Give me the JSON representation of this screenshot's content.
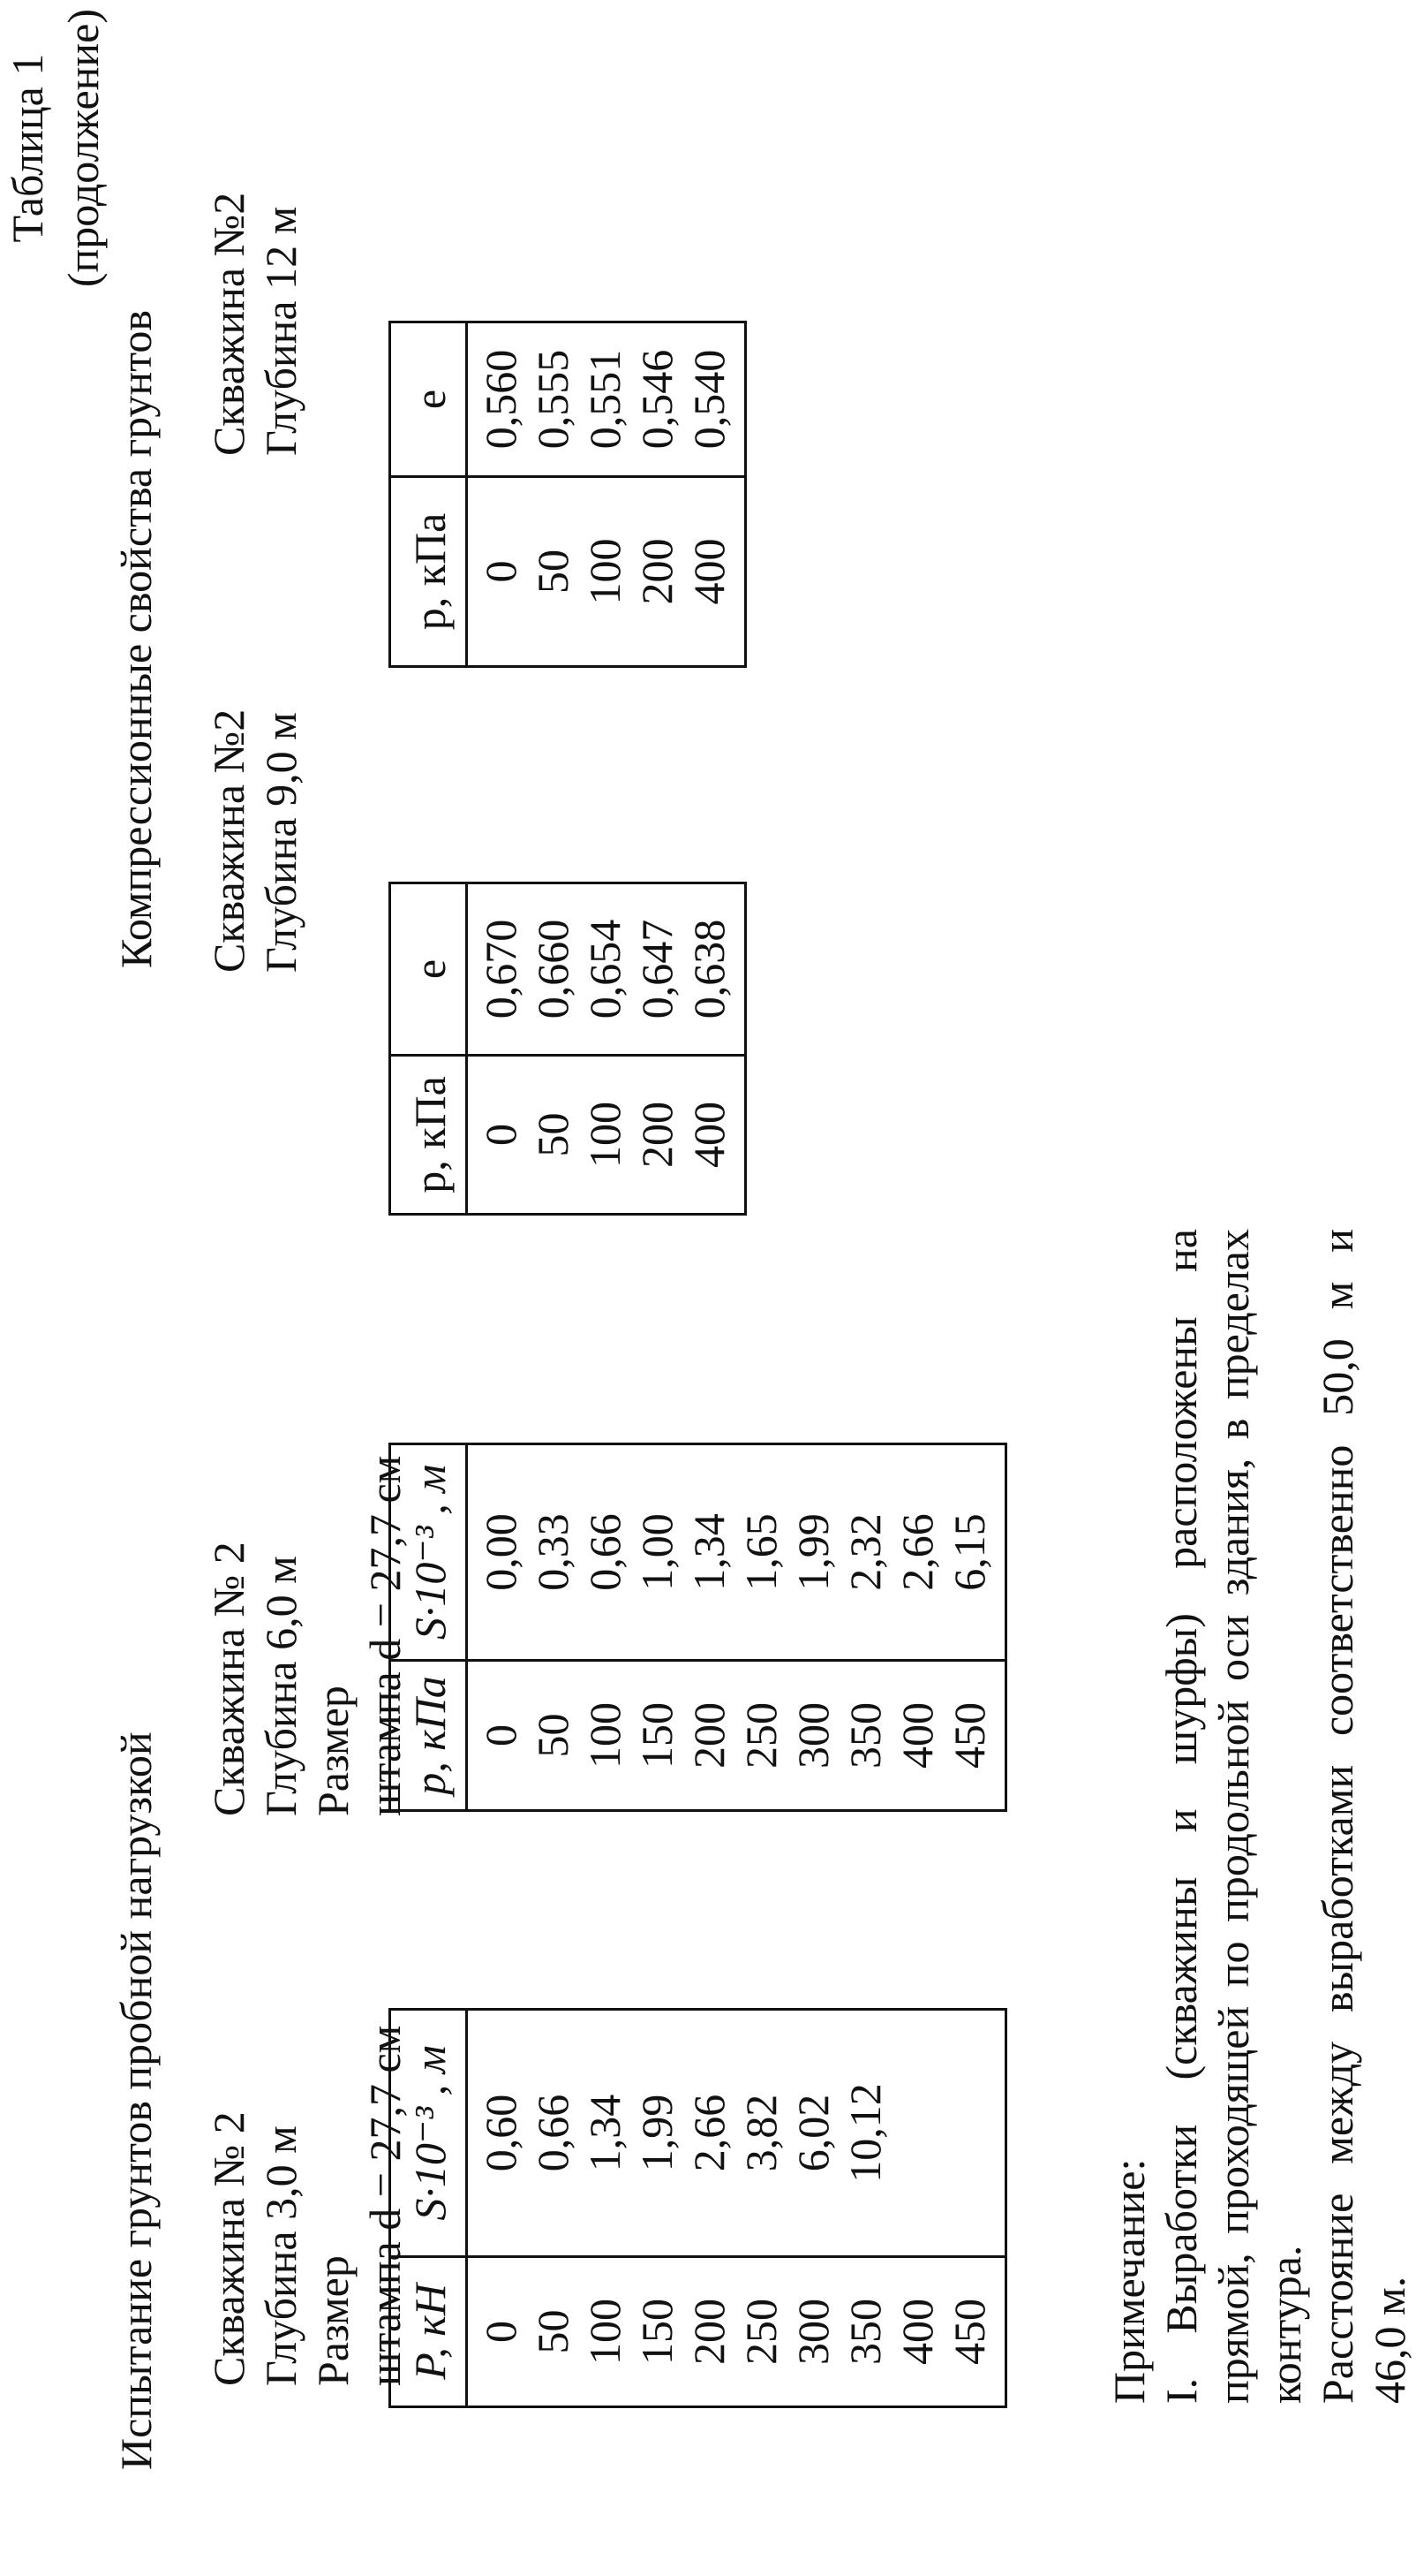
{
  "header": {
    "table_no": "Таблица 1",
    "continued": "(продолжение)"
  },
  "load_test": {
    "title": "Испытание грунтов пробной нагрузкой",
    "well1": {
      "lines": [
        "Скважина № 2",
        "Глубина 3,0 м",
        "Размер",
        "штампа d = 27,7 см"
      ],
      "headers": [
        "P, кН",
        "S·10⁻³ , м"
      ],
      "rows": [
        [
          "0",
          "0,60"
        ],
        [
          "50",
          "0,66"
        ],
        [
          "100",
          "1,34"
        ],
        [
          "150",
          "1,99"
        ],
        [
          "200",
          "2,66"
        ],
        [
          "250",
          "3,82"
        ],
        [
          "300",
          "6,02"
        ],
        [
          "350",
          "10,12"
        ],
        [
          "400",
          ""
        ],
        [
          "450",
          ""
        ]
      ]
    },
    "well2": {
      "lines": [
        "Скважина № 2",
        "Глубина 6,0 м",
        "Размер",
        "штампа d = 27,7 см"
      ],
      "headers": [
        "p, кПа",
        "S·10⁻³ , м"
      ],
      "rows": [
        [
          "0",
          "0,00"
        ],
        [
          "50",
          "0,33"
        ],
        [
          "100",
          "0,66"
        ],
        [
          "150",
          "1,00"
        ],
        [
          "200",
          "1,34"
        ],
        [
          "250",
          "1,65"
        ],
        [
          "300",
          "1,99"
        ],
        [
          "350",
          "2,32"
        ],
        [
          "400",
          "2,66"
        ],
        [
          "450",
          "6,15"
        ]
      ]
    }
  },
  "compression": {
    "title": "Компрессионные свойства грунтов",
    "well1": {
      "lines": [
        "Скважина №2",
        "Глубина 9,0 м"
      ],
      "headers": [
        "p, кПа",
        "e"
      ],
      "rows": [
        [
          "0",
          "0,670"
        ],
        [
          "50",
          "0,660"
        ],
        [
          "100",
          "0,654"
        ],
        [
          "200",
          "0,647"
        ],
        [
          "400",
          "0,638"
        ]
      ]
    },
    "well2": {
      "lines": [
        "Скважина №2",
        "Глубина 12 м"
      ],
      "headers": [
        "p, кПа",
        "e"
      ],
      "rows": [
        [
          "0",
          "0,560"
        ],
        [
          "50",
          "0,555"
        ],
        [
          "100",
          "0,551"
        ],
        [
          "200",
          "0,546"
        ],
        [
          "400",
          "0,540"
        ]
      ]
    }
  },
  "note": {
    "title": "Примечание:",
    "lines": [
      "I. Выработки (скважины и шурфы) расположены на",
      "прямой, проходящей по продольной оси здания, в пределах",
      "контура.",
      "Расстояние между выработками соответственно 50,0 м и",
      "46,0 м."
    ]
  }
}
